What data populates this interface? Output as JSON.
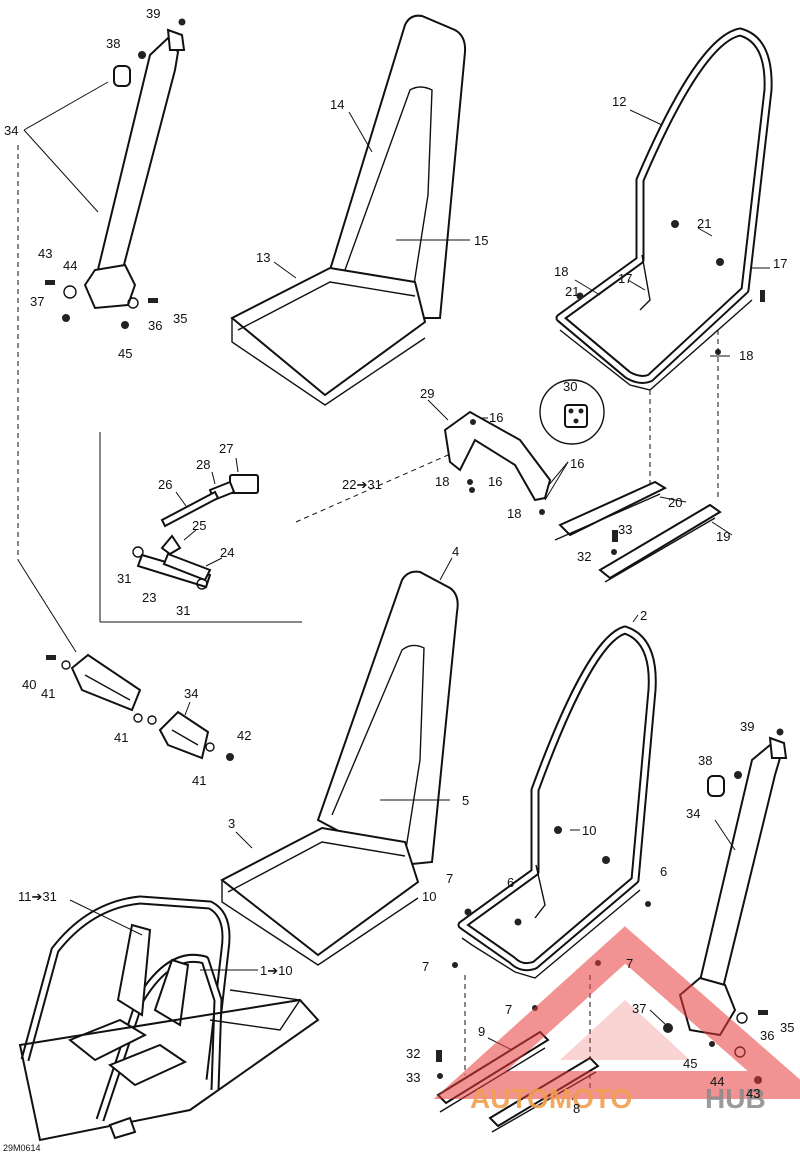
{
  "diagram_code": "29M0614",
  "watermark": {
    "left": "AUTOMOTO",
    "right": "HUB",
    "color": "#e83a3a"
  },
  "callouts": {
    "c39a": "39",
    "c38a": "38",
    "c34a": "34",
    "c43a": "43",
    "c44a": "44",
    "c37a": "37",
    "c36a": "36",
    "c35a": "35",
    "c45a": "45",
    "c14": "14",
    "c13": "13",
    "c15": "15",
    "c12": "12",
    "c21a": "21",
    "c17a": "17",
    "c17b": "17",
    "c18a": "18",
    "c21b": "21",
    "c18b": "18",
    "c29": "29",
    "c30": "30",
    "c16a": "16",
    "c16b": "16",
    "c16c": "16",
    "c18c": "18",
    "c18d": "18",
    "c20": "20",
    "c33a": "33",
    "c32a": "32",
    "c19": "19",
    "c22": "22➔31",
    "c27": "27",
    "c28": "28",
    "c26": "26",
    "c25": "25",
    "c24": "24",
    "c31a": "31",
    "c23": "23",
    "c31b": "31",
    "c40": "40",
    "c41a": "41",
    "c34b": "34",
    "c41b": "41",
    "c42": "42",
    "c41c": "41",
    "c4": "4",
    "c5": "5",
    "c3": "3",
    "c2": "2",
    "c10a": "10",
    "c7a": "7",
    "c6a": "6",
    "c10b": "10",
    "c6b": "6",
    "c7b": "7",
    "c7c": "7",
    "c7d": "7",
    "c9": "9",
    "c32b": "32",
    "c33b": "33",
    "c8": "8",
    "c39b": "39",
    "c38b": "38",
    "c34c": "34",
    "c37b": "37",
    "c36b": "36",
    "c35b": "35",
    "c45b": "45",
    "c44b": "44",
    "c43b": "43",
    "c11": "11➔31",
    "c1": "1➔10"
  }
}
